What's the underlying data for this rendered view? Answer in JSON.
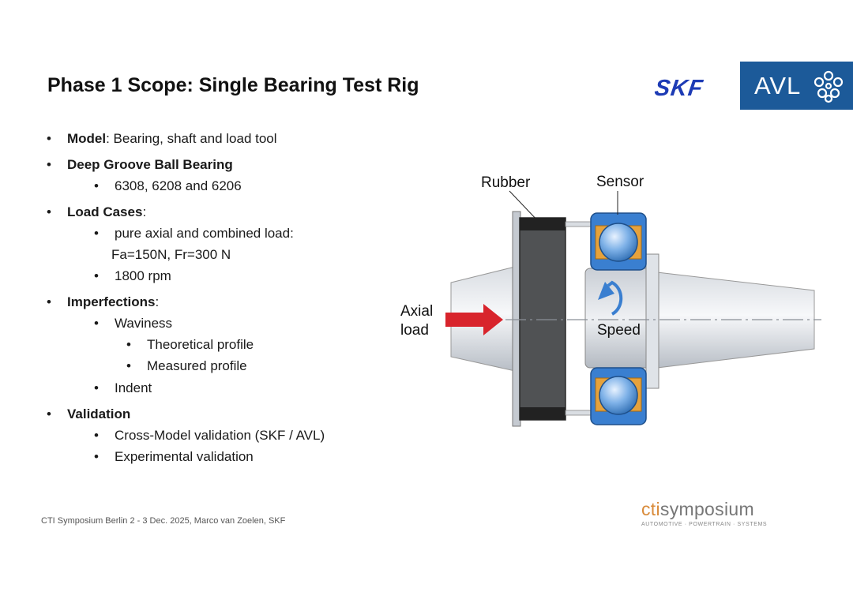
{
  "title": "Phase 1 Scope: Single Bearing Test Rig",
  "logos": {
    "skf": "SKF",
    "avl": "AVL"
  },
  "bullets": {
    "model_label": "Model",
    "model_text": ": Bearing, shaft and load tool",
    "bearing_label": "Deep Groove Ball Bearing",
    "bearing_types": "6308, 6208 and 6206",
    "loadcases_label": "Load Cases",
    "loadcases_colon": ":",
    "load_item1": "pure axial and combined load:",
    "load_item1_cont": "Fa=150N, Fr=300 N",
    "load_item2": "1800 rpm",
    "imperfections_label": "Imperfections",
    "imperfections_colon": ":",
    "waviness": "Waviness",
    "theoretical": "Theoretical profile",
    "measured": "Measured profile",
    "indent": "Indent",
    "validation_label": "Validation",
    "val_item1": "Cross-Model validation (SKF / AVL)",
    "val_item2": "Experimental validation",
    "bullet_char": "•"
  },
  "diagram": {
    "rubber": "Rubber",
    "sensor": "Sensor",
    "axial_line1": "Axial",
    "axial_line2": "load",
    "speed": "Speed"
  },
  "footer": "CTI Symposium Berlin 2 - 3 Dec. 2025, Marco van Zoelen, SKF",
  "cti": {
    "prefix": "cti",
    "main": "symposium",
    "sub": "AUTOMOTIVE · POWERTRAIN · SYSTEMS"
  },
  "colors": {
    "skf_blue": "#1d3bb5",
    "avl_blue": "#1c5a99",
    "arrow_red": "#d8242c",
    "ring_blue": "#3a7fd0",
    "cage_orange": "#e6a23c"
  }
}
